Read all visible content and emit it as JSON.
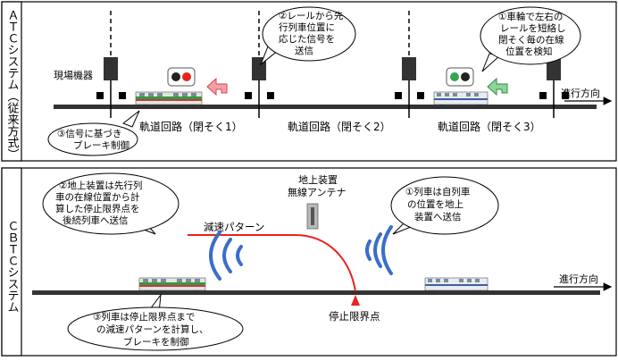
{
  "atc": {
    "section_title": "ＡＴＣシステム（従来方式）",
    "field_equipment": "現場機器",
    "direction": "進行方向",
    "track_circuits": [
      "軌道回路（閉そく1）",
      "軌道回路（閉そく2）",
      "軌道回路（閉そく3）"
    ],
    "callout_detect": [
      "①車輪で左右の",
      "レールを短絡し",
      "閉そく毎の在線",
      "位置を検知"
    ],
    "callout_signal": [
      "②レールから先",
      "行列車位置に",
      "応じた信号を",
      "送信"
    ],
    "callout_brake": [
      "③信号に基づき",
      "ブレーキ制御"
    ],
    "signal_red": "#e8231e",
    "signal_green": "#2fa84f"
  },
  "cbtc": {
    "section_title": "ＣＢＴＣシステム",
    "ground_unit": [
      "地上装置",
      "無線アンテナ"
    ],
    "decel_label": "減速パターン",
    "stop_label": "停止限界点",
    "direction": "進行方向",
    "callout_report": [
      "①列車は自列車",
      "の位置を地上",
      "装置へ送信"
    ],
    "callout_calc": [
      "②地上装置は先行列",
      "車の在線位置から計",
      "算した停止限界点を",
      "後続列車へ送信"
    ],
    "callout_brake": [
      "③列車は停止限界点まで",
      "の減速パターンを計算し、",
      "ブレーキを制御"
    ],
    "pattern_color": "#e8231e",
    "radio_color": "#3a6ec8"
  }
}
